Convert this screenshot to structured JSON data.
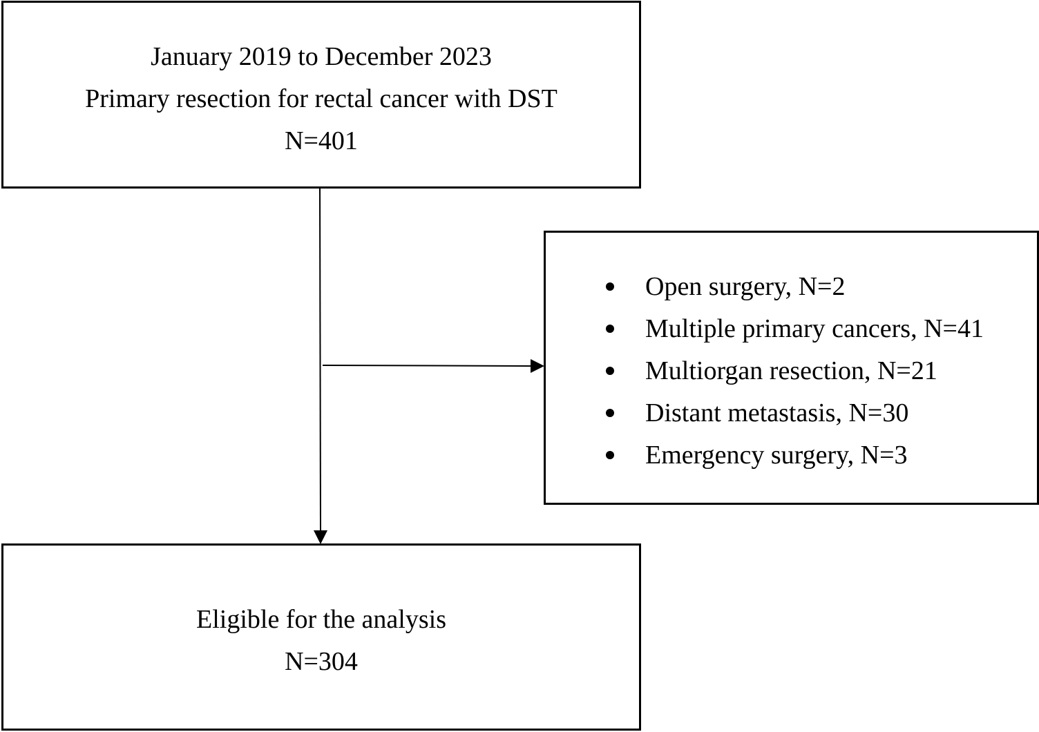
{
  "flowchart": {
    "top_box": {
      "line1": "January 2019 to December 2023",
      "line2": "Primary resection for rectal cancer with DST",
      "line3": "N=401"
    },
    "exclusion_box": {
      "items": [
        {
          "label": "Open surgery, N=2"
        },
        {
          "label": "Multiple primary cancers, N=41"
        },
        {
          "label": "Multiorgan resection, N=21"
        },
        {
          "label": "Distant metastasis, N=30"
        },
        {
          "label": "Emergency surgery, N=3"
        }
      ]
    },
    "bottom_box": {
      "line1": "Eligible for the analysis",
      "line2": "N=304"
    }
  }
}
